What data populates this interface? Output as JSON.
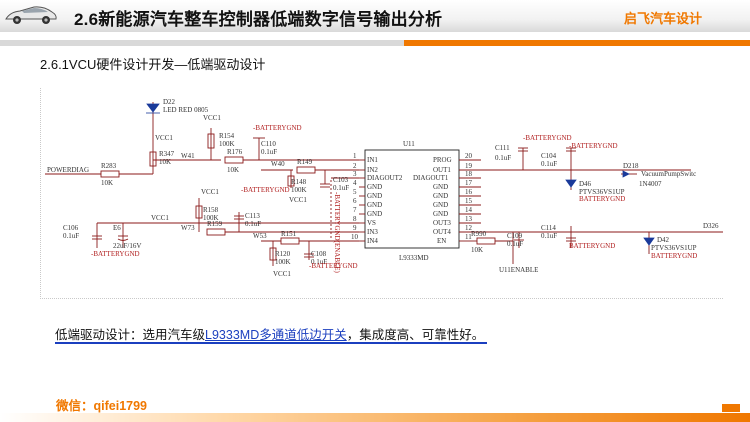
{
  "header": {
    "title": "2.6新能源汽车整车控制器低端数字信号输出分析",
    "brand": "启飞汽车设计"
  },
  "subtitle": "2.6.1VCU硬件设计开发—低端驱动设计",
  "schematic": {
    "labels": {
      "d22": "D22",
      "led_red": "LED RED 0805",
      "vcc1": "VCC1",
      "r154": "R154",
      "r154_val": "100K",
      "batt_gnd": "-BATTERYGND",
      "c110": "C110",
      "c110_val": "0.1uF",
      "r347": "R347",
      "r347_val": "10K",
      "w41": "W41",
      "r176": "R176",
      "r176_val": "10K",
      "w40": "W40",
      "r149": "R149",
      "r148": "R148",
      "r148_val": "100K",
      "c103": "C103",
      "c103_val": "0.1uF",
      "powerdiag": "POWERDIAG",
      "r283": "R283",
      "r283_val": "10K",
      "u11": "U11",
      "ic_name": "L9333MD",
      "c111": "C111",
      "c111_val": "0.1uF",
      "c104": "C104",
      "c104_val": "0.1uF",
      "d218": "D218",
      "vacuum_pump": "VacuumPumpSwitc",
      "d46": "D46",
      "tvs": "PTVS36VS1UP",
      "batt_gnd2": "BATTERYGND",
      "c106": "C106",
      "c106_val": "0.1uF",
      "e6": "E6",
      "e6_val": "22uF/16V",
      "r158": "R158",
      "r158_val": "100K",
      "r159": "R159",
      "w73": "W73",
      "c113": "C113",
      "c113_val": "0.1uF",
      "w53": "W53",
      "r151": "R151",
      "r120": "R120",
      "r120_val": "100K",
      "c108": "C108",
      "c108_val": "0.1uF",
      "r990": "R990",
      "r990_val": "10K",
      "c109": "C109",
      "c109_val": "0.1uF",
      "c114": "C114",
      "c114_val": "0.1uF",
      "d42": "D42",
      "d326": "D326",
      "u11enable": "U11ENABLE",
      "in4007": "1N4007",
      "vertical_net": "-BATTERYGND(ENABLE)",
      "pins_left": [
        "IN1",
        "IN2",
        "DIAGOUT2",
        "GND",
        "GND",
        "GND",
        "GND",
        "VS",
        "IN3",
        "IN4"
      ],
      "pins_right": [
        "PROG",
        "OUT1",
        "DIAGOUT1",
        "GND",
        "GND",
        "GND",
        "GND",
        "OUT3",
        "OUT4",
        "EN"
      ],
      "pin_nums_left": [
        "1",
        "2",
        "3",
        "4",
        "5",
        "6",
        "7",
        "8",
        "9",
        "10"
      ],
      "pin_nums_right": [
        "20",
        "19",
        "18",
        "17",
        "16",
        "15",
        "14",
        "13",
        "12",
        "11"
      ]
    }
  },
  "description": {
    "prefix": "低端驱动设计：选用汽车级",
    "part": "L9333MD多通道低边开关",
    "suffix": "，集成度高、可靠性好。"
  },
  "wechat": "微信：qifei1799",
  "colors": {
    "accent": "#f07800",
    "link": "#1b3fbf"
  }
}
